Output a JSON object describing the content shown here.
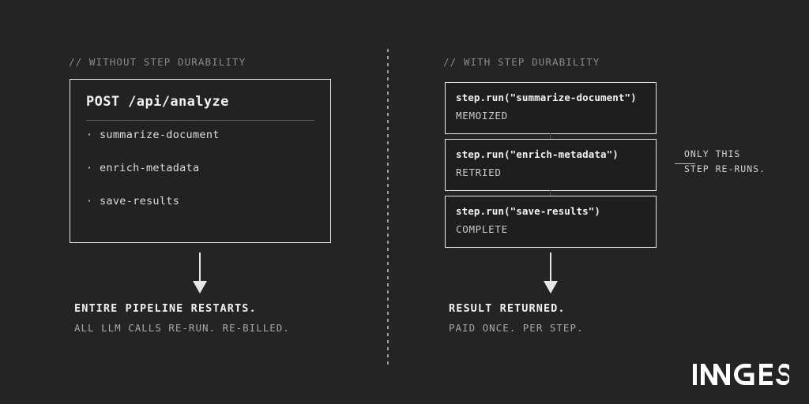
{
  "background_color": "#242424",
  "left_column": {
    "comment": "// WITHOUT STEP DURABILITY",
    "box": {
      "title": "POST /api/analyze",
      "bullet": "·",
      "items": [
        {
          "label": "summarize-document"
        },
        {
          "label": "enrich-metadata"
        },
        {
          "label": "save-results"
        }
      ]
    },
    "outcome": {
      "headline": "ENTIRE PIPELINE RESTARTS.",
      "subline": "ALL LLM CALLS RE-RUN. RE-BILLED."
    }
  },
  "right_column": {
    "comment": "// WITH STEP DURABILITY",
    "steps": [
      {
        "call": "step.run(\"summarize-document\")",
        "status": "MEMOIZED"
      },
      {
        "call": "step.run(\"enrich-metadata\")",
        "status": "RETRIED"
      },
      {
        "call": "step.run(\"save-results\")",
        "status": "COMPLETE"
      }
    ],
    "callout": {
      "line1": "ONLY THIS",
      "line2": "STEP RE-RUNS."
    },
    "outcome": {
      "headline": "RESULT RETURNED.",
      "subline": "PAID ONCE. PER STEP."
    }
  },
  "brand": {
    "name": "INNGEST",
    "color": "#ffffff"
  }
}
